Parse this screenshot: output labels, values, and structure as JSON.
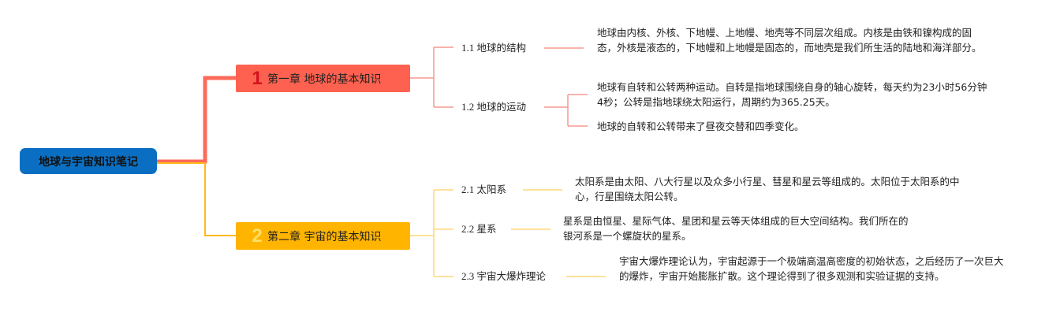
{
  "root": {
    "title": "地球与宇宙知识笔记"
  },
  "chapters": [
    {
      "number": "1",
      "title": "第一章 地球的基本知识",
      "color": "#ff6150",
      "topics": [
        {
          "num": "1.1",
          "label": "地球的结构",
          "notes": [
            "地球由内核、外核、下地幔、上地幔、地壳等不同层次组成。内核是由铁和镍构成的固态，外核是液态的，下地幔和上地幔是固态的，而地壳是我们所生活的陆地和海洋部分。"
          ]
        },
        {
          "num": "1.2",
          "label": "地球的运动",
          "notes": [
            "地球有自转和公转两种运动。自转是指地球围绕自身的轴心旋转，每天约为23小时56分钟4秒；公转是指地球绕太阳运行，周期约为365.25天。",
            "地球的自转和公转带来了昼夜交替和四季变化。"
          ]
        }
      ]
    },
    {
      "number": "2",
      "title": "第二章 宇宙的基本知识",
      "color": "#ffb400",
      "topics": [
        {
          "num": "2.1",
          "label": "太阳系",
          "notes": [
            "太阳系是由太阳、八大行星以及众多小行星、彗星和星云等组成的。太阳位于太阳系的中心，行星围绕太阳公转。"
          ]
        },
        {
          "num": "2.2",
          "label": "星系",
          "notes": [
            "星系是由恒星、星际气体、星团和星云等天体组成的巨大空间结构。我们所在的银河系是一个螺旋状的星系。"
          ]
        },
        {
          "num": "2.3",
          "label": "宇宙大爆炸理论",
          "notes": [
            "宇宙大爆炸理论认为，宇宙起源于一个极端高温高密度的初始状态，之后经历了一次巨大的爆炸，宇宙开始膨胀扩散。这个理论得到了很多观测和实验证据的支持。"
          ]
        }
      ]
    }
  ]
}
